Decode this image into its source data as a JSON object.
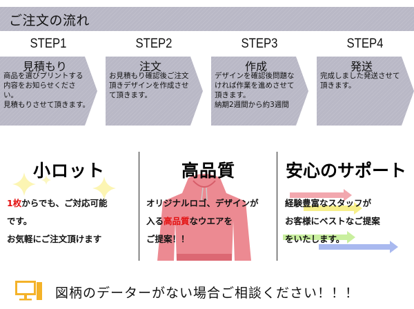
{
  "header": {
    "title": "ご注文の流れ"
  },
  "steps": [
    {
      "label": "STEP1",
      "heading": "見積もり",
      "description": "商品を選びプリントする内容をお知らせください。\n見積もりさせて頂きます。"
    },
    {
      "label": "STEP2",
      "heading": "注文",
      "description": "お見積もり確認後ご注文頂きデザインを作成させて頂きます。"
    },
    {
      "label": "STEP3",
      "heading": "作成",
      "description": "デザインを確認後問題なければ作業を進めさせて頂きます。\n納期2週間から約3週間"
    },
    {
      "label": "STEP4",
      "heading": "発送",
      "description": "完成しました発送させて頂きます。"
    }
  ],
  "features": {
    "small_lot": {
      "title": "小ロット",
      "line1_highlight": "1枚",
      "line1_rest": "からでも、ご対応可能",
      "line2": "です。",
      "line3": "お気軽にご注文頂けます"
    },
    "quality": {
      "title": "高品質",
      "line1": "オリジナルロゴ、デザインが",
      "line2_pre": "入る",
      "line2_highlight": "高品質",
      "line2_post": "なウエアを",
      "line3": "ご提案！！"
    },
    "support": {
      "title": "安心のサポート",
      "line1": "経験豊富なスタッフが",
      "line2": "お客様にベストなご提案",
      "line3": "をいたします。"
    }
  },
  "footer": {
    "icon": "computer-icon",
    "text": "図柄のデーターがない場合ご相談ください！！！"
  },
  "colors": {
    "step_bg": "#b9b8c6",
    "highlight_red": "#e31010",
    "icon_orange": "#f4b228",
    "hoodie": "#e9757f",
    "arrow_pink": "#f2a7ae",
    "arrow_yellow": "#f7ef8a",
    "arrow_green": "#c9ef9f",
    "arrow_blue": "#a9b9ef"
  }
}
